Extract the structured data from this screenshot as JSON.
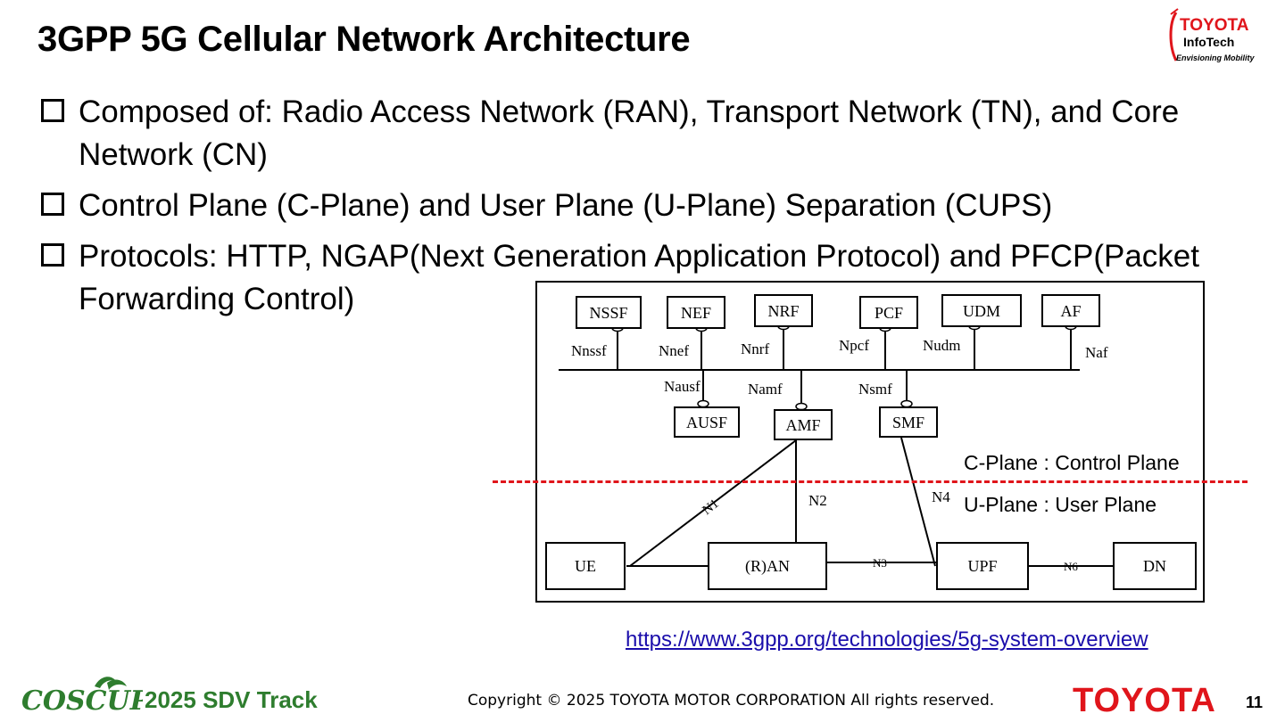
{
  "slide": {
    "title": "3GPP 5G Cellular Network Architecture",
    "bullets": [
      "Composed of: Radio Access Network (RAN), Transport Network (TN), and Core Network (CN)",
      "Control Plane (C-Plane) and User Plane (U-Plane) Separation (CUPS)",
      "Protocols: HTTP, NGAP(Next Generation Application Protocol) and PFCP(Packet Forwarding Control)"
    ],
    "c_plane_label": "C-Plane : Control Plane",
    "u_plane_label": "U-Plane : User Plane",
    "reference_link": "https://www.3gpp.org/technologies/5g-system-overview"
  },
  "diagram": {
    "top_nfs": [
      "NSSF",
      "NEF",
      "NRF",
      "PCF",
      "UDM",
      "AF"
    ],
    "top_interfaces": [
      "Nnssf",
      "Nnef",
      "Nnrf",
      "Npcf",
      "Nudm",
      "Naf"
    ],
    "mid_nfs": [
      "AUSF",
      "AMF",
      "SMF"
    ],
    "mid_interfaces": [
      "Nausf",
      "Namf",
      "Nsmf"
    ],
    "bottom_nodes": [
      "UE",
      "(R)AN",
      "UPF",
      "DN"
    ],
    "reference_points": [
      "N1",
      "N2",
      "N3",
      "N4",
      "N6"
    ]
  },
  "logo_top": {
    "brand": "TOYOTA",
    "line2": "InfoTech",
    "tagline": "Envisioning Mobility"
  },
  "footer": {
    "coscup": "COSCUP",
    "track": "2025 SDV Track",
    "copyright": "Copyright ©  2025 TOYOTA MOTOR CORPORATION All rights reserved.",
    "brand": "TOYOTA",
    "page_number": "11"
  },
  "colors": {
    "accent_red": "#e0151b",
    "coscup_green": "#2e7d2e",
    "link_blue": "#1a0dab"
  }
}
